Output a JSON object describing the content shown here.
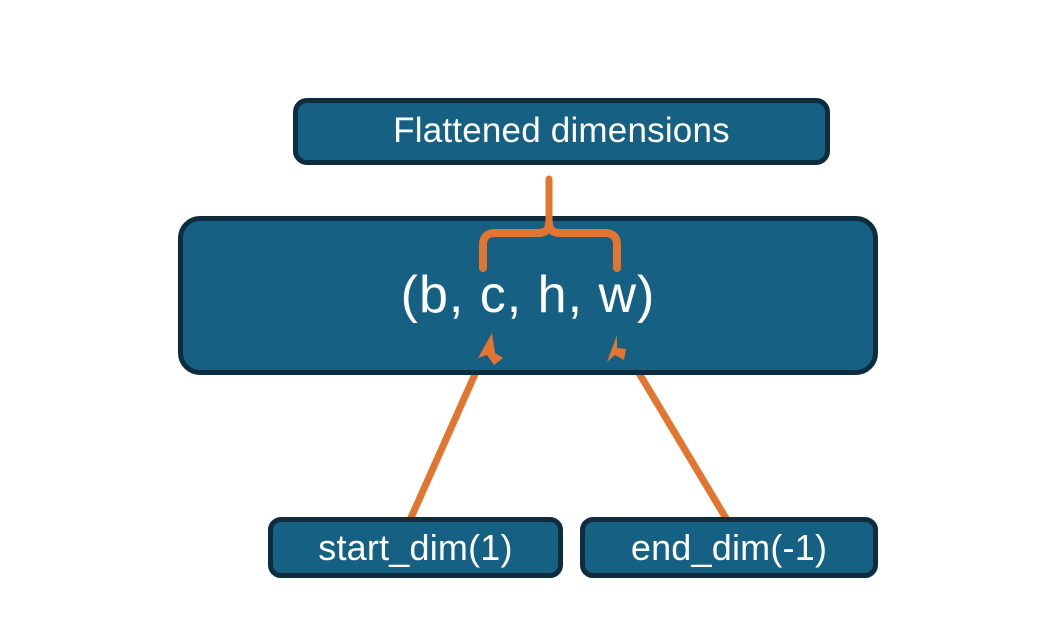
{
  "diagram": {
    "title_node": {
      "label": "Flattened dimensions",
      "name": "flattened-dimensions-box"
    },
    "shape_node": {
      "label": "(b, c, h, w)",
      "name": "tensor-shape-box",
      "dims": [
        "b",
        "c",
        "h",
        "w"
      ]
    },
    "argument_nodes": [
      {
        "label": "start_dim(1)",
        "name": "start-dim-box",
        "points_to_dim": "c"
      },
      {
        "label": "end_dim(-1)",
        "name": "end-dim-box",
        "points_to_dim": "w"
      }
    ],
    "annotations": {
      "brace": {
        "name": "flatten-range-brace",
        "spans_dims": [
          "c",
          "h",
          "w"
        ],
        "description": "curly brace grouping the flattened dimensions"
      },
      "arrows": [
        {
          "name": "start-dim-arrow",
          "from": "start_dim(1)",
          "to": "c"
        },
        {
          "name": "end-dim-arrow",
          "from": "end_dim(-1)",
          "to": "w"
        }
      ]
    },
    "colors": {
      "box_fill": "#166083",
      "box_border": "#0d2c3e",
      "connector": "#E2752F",
      "text": "#ffffff",
      "background": "#ffffff"
    }
  }
}
